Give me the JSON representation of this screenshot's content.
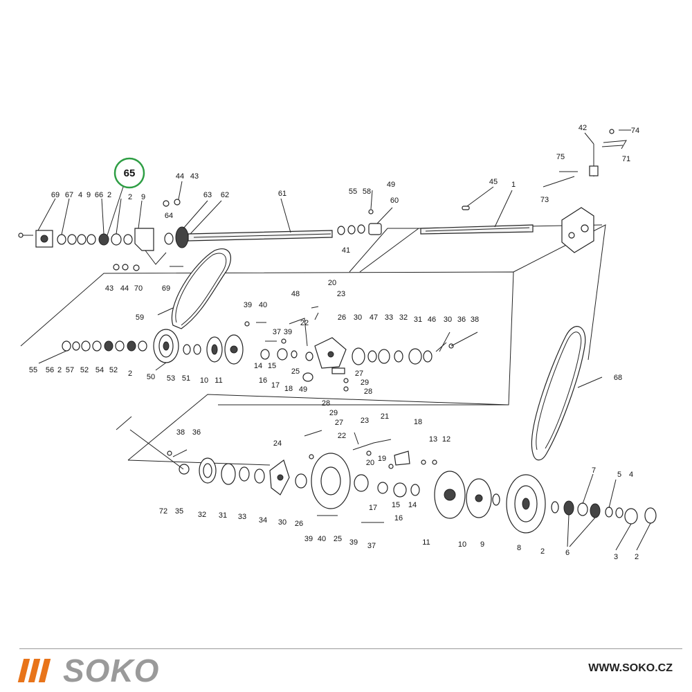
{
  "highlight": {
    "label": "65",
    "color": "#2e9e44"
  },
  "brand": {
    "name": "SOKO",
    "bar_color": "#e8741a",
    "name_color": "#9a9a9a"
  },
  "website": "WWW.SOKO.CZ",
  "callouts": [
    "69",
    "67",
    "4",
    "9",
    "66",
    "2",
    "2",
    "9",
    "44",
    "43",
    "63",
    "62",
    "64",
    "61",
    "43",
    "44",
    "70",
    "69",
    "55",
    "58",
    "49",
    "60",
    "41",
    "45",
    "1",
    "42",
    "74",
    "75",
    "71",
    "73",
    "59",
    "39",
    "40",
    "48",
    "20",
    "23",
    "37",
    "39",
    "26",
    "30",
    "47",
    "33",
    "32",
    "31",
    "46",
    "30",
    "36",
    "38",
    "22",
    "27",
    "29",
    "28",
    "25",
    "18",
    "49",
    "55",
    "56",
    "2",
    "57",
    "52",
    "54",
    "52",
    "2",
    "50",
    "53",
    "51",
    "10",
    "11",
    "14",
    "15",
    "16",
    "17",
    "68",
    "28",
    "29",
    "27",
    "38",
    "36",
    "24",
    "23",
    "22",
    "21",
    "18",
    "13",
    "12",
    "20",
    "19",
    "17",
    "15",
    "14",
    "16",
    "7",
    "5",
    "4",
    "72",
    "35",
    "32",
    "31",
    "33",
    "34",
    "30",
    "26",
    "39",
    "40",
    "25",
    "39",
    "37",
    "11",
    "10",
    "9",
    "8",
    "2",
    "6",
    "3",
    "2"
  ]
}
